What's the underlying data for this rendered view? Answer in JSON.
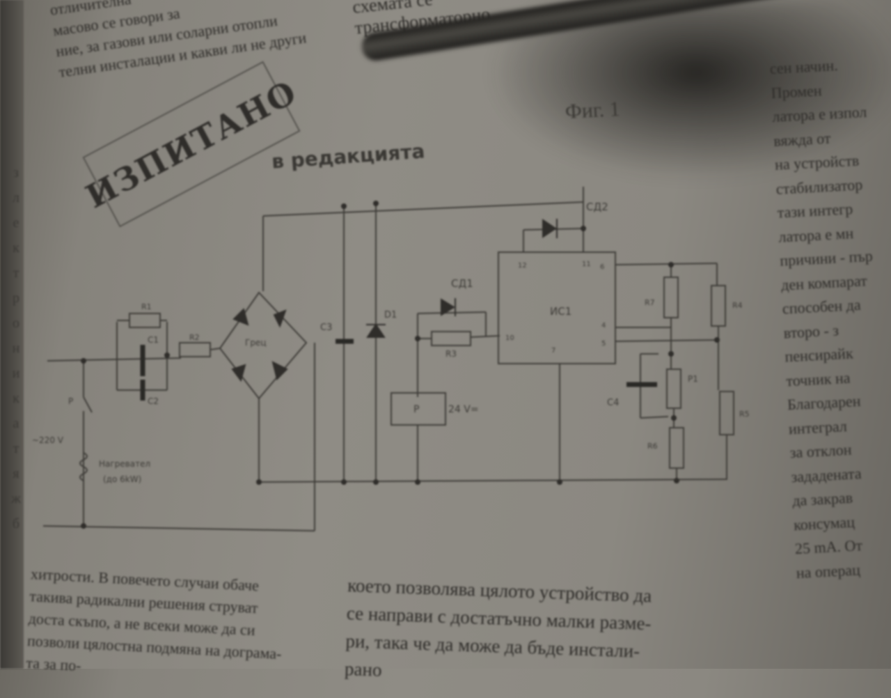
{
  "page": {
    "left_top_lines": [
      "отличителна",
      "масово се говори за",
      "ние, за газови или соларни отопли",
      "телни инсталации и какви ли не други"
    ],
    "right_top_lines": [
      "схемата се",
      "трансформаторно"
    ],
    "stamp": "ИЗПИТАНО",
    "subtitle": "в редакцията",
    "figure_label": "Фиг. 1",
    "vertical_letters": [
      "з",
      "л",
      "е",
      "к",
      "т",
      "р",
      "о",
      "н",
      "и",
      "к",
      "а",
      "",
      "",
      "т",
      "я",
      "ж",
      "б"
    ],
    "right_col_lines": [
      "сен начин.",
      "Промен",
      "латора е изпол",
      "вяжда от",
      "на устройств",
      "стабилизатор",
      "тази интегр",
      "латора е мн",
      "причини - пър",
      "ден компарат",
      "способен да",
      "второ - з",
      "пенсирайк",
      "точник на",
      "Благодарен",
      "интеграл",
      "за отклон",
      "зададената",
      "да закрав",
      "консумац",
      "25 mA. От",
      "на операц"
    ],
    "bottom_left_lines": [
      "хитрости. В повечето случаи обаче",
      "такива радикални решения струват",
      "доста скъпо, а не всеки може да си",
      "позволи цялостна подмяна на дограма-",
      "та за по-"
    ],
    "bottom_right_lines": [
      "което позволява цялото устройство да",
      "се направи с достатъчно малки разме-",
      "ри, така че да може да бъде инстали-",
      "рано"
    ]
  },
  "schematic": {
    "labels": {
      "R1": "R1",
      "C1": "C1",
      "C2": "C2",
      "R2": "R2",
      "bridge": "Грец",
      "C3": "C3",
      "D1": "D1",
      "SD1": "СД1",
      "SD2": "СД2",
      "R3": "R3",
      "IC1": "ИС1",
      "relay": "P",
      "relay_voltage": "24 V=",
      "switch": "P",
      "mains": "~220 V",
      "heater": "Нагревател",
      "heater_power": "(до 6kW)",
      "R4": "R4",
      "R5": "R5",
      "R6": "R6",
      "R7": "R7",
      "P1": "P1",
      "C4": "C4",
      "pin12": "12",
      "pin11": "11",
      "pin6": "6",
      "pin4": "4",
      "pin5": "5",
      "pin7": "7",
      "pin10": "10"
    }
  }
}
